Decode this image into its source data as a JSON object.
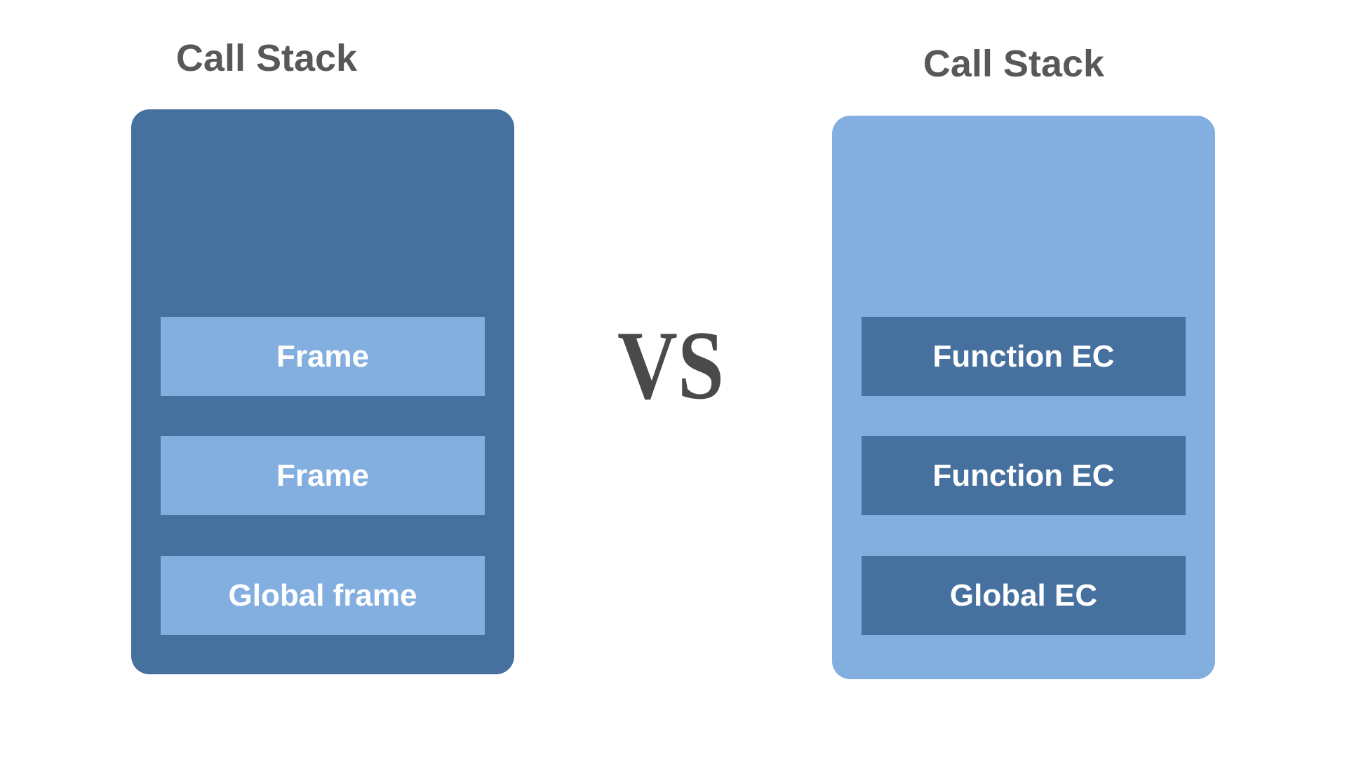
{
  "diagram": {
    "vs_label": "VS",
    "left": {
      "title": "Call Stack",
      "frames": [
        "Frame",
        "Frame",
        "Global frame"
      ]
    },
    "right": {
      "title": "Call Stack",
      "frames": [
        "Function EC",
        "Function EC",
        "Global EC"
      ]
    },
    "colors": {
      "dark_blue": "#46719E",
      "light_blue": "#83AFE0",
      "title_text": "#58585A",
      "vs_text": "#4A4A4C",
      "bar_text": "#FFFFFF",
      "background": "#FFFFFF"
    }
  }
}
